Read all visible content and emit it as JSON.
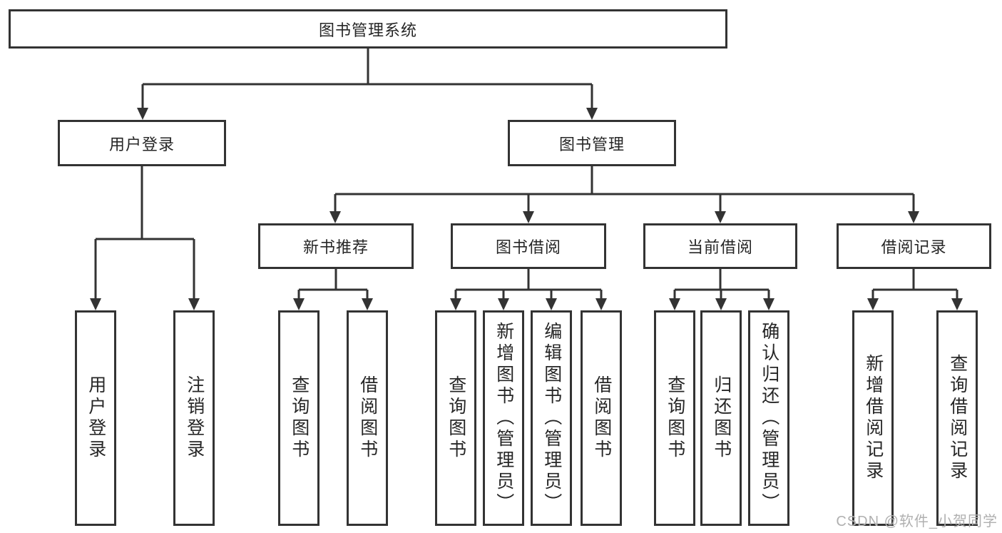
{
  "diagram": {
    "root": {
      "label": "图书管理系统"
    },
    "branches": [
      {
        "label": "用户登录",
        "children": [
          {
            "label": "用户登录"
          },
          {
            "label": "注销登录"
          }
        ]
      },
      {
        "label": "图书管理",
        "children": [
          {
            "label": "新书推荐",
            "children": [
              {
                "label": "查询图书"
              },
              {
                "label": "借阅图书"
              }
            ]
          },
          {
            "label": "图书借阅",
            "children": [
              {
                "label": "查询图书"
              },
              {
                "label": "新增图书（管理员）"
              },
              {
                "label": "编辑图书（管理员）"
              },
              {
                "label": "借阅图书"
              }
            ]
          },
          {
            "label": "当前借阅",
            "children": [
              {
                "label": "查询图书"
              },
              {
                "label": "归还图书"
              },
              {
                "label": "确认归还（管理员）"
              }
            ]
          },
          {
            "label": "借阅记录",
            "children": [
              {
                "label": "新增借阅记录"
              },
              {
                "label": "查询借阅记录"
              }
            ]
          }
        ]
      }
    ]
  },
  "watermark": {
    "text": "CSDN @软件_小贺同学"
  },
  "colors": {
    "line": "#333333",
    "box_border": "#333333",
    "text": "#262626",
    "box_background": "#ffffff",
    "page_background": "#ffffff",
    "watermark": "#b0b0b0"
  }
}
